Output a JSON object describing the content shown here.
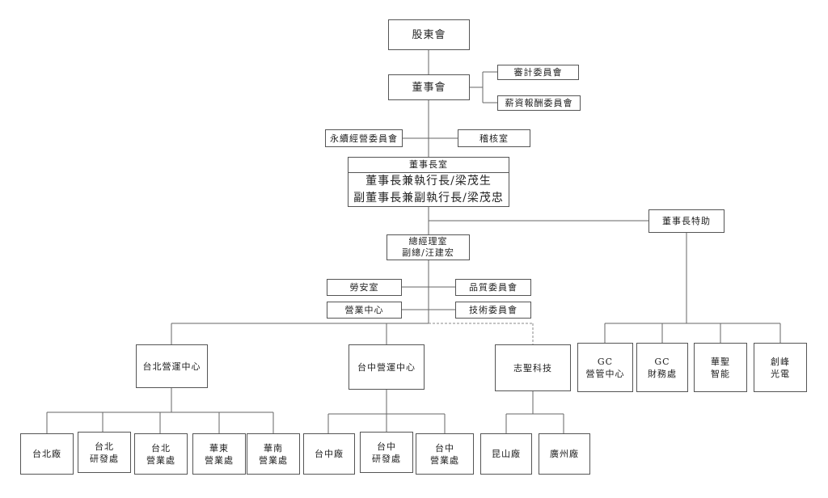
{
  "org": {
    "shareholders": "股東會",
    "board": "董事會",
    "audit_committee": "審計委員會",
    "compensation_committee": "薪資報酬委員會",
    "sustainability_committee": "永續經營委員會",
    "internal_audit": "稽核室",
    "chairman_office": {
      "title": "董事長室",
      "line1": "董事長兼執行長/梁茂生",
      "line2": "副董事長兼副執行長/梁茂忠"
    },
    "chairman_assistant": "董事長特助",
    "gm_office": {
      "title": "總經理室",
      "subtitle": "副總/汪建宏"
    },
    "labor_safety": "勞安室",
    "quality_committee": "品質委員會",
    "sales_center": "營業中心",
    "tech_committee": "技術委員會",
    "taipei_center": "台北營運中心",
    "taichung_center": "台中營運中心",
    "zhisheng_tech": "志聖科技",
    "gc_mgmt": {
      "line1": "GC",
      "line2": "營管中心"
    },
    "gc_finance": {
      "line1": "GC",
      "line2": "財務處"
    },
    "huasheng": {
      "line1": "華聖",
      "line2": "智能"
    },
    "chuangfeng": {
      "line1": "創峰",
      "line2": "光電"
    },
    "taipei_factory": "台北廠",
    "taipei_rd": {
      "line1": "台北",
      "line2": "研發處"
    },
    "taipei_sales": {
      "line1": "台北",
      "line2": "營業處"
    },
    "east_sales": {
      "line1": "華東",
      "line2": "營業處"
    },
    "south_sales": {
      "line1": "華南",
      "line2": "營業處"
    },
    "taichung_factory": "台中廠",
    "taichung_rd": {
      "line1": "台中",
      "line2": "研發處"
    },
    "taichung_sales": {
      "line1": "台中",
      "line2": "營業處"
    },
    "kunshan_factory": "昆山廠",
    "guangzhou_factory": "廣州廠"
  }
}
